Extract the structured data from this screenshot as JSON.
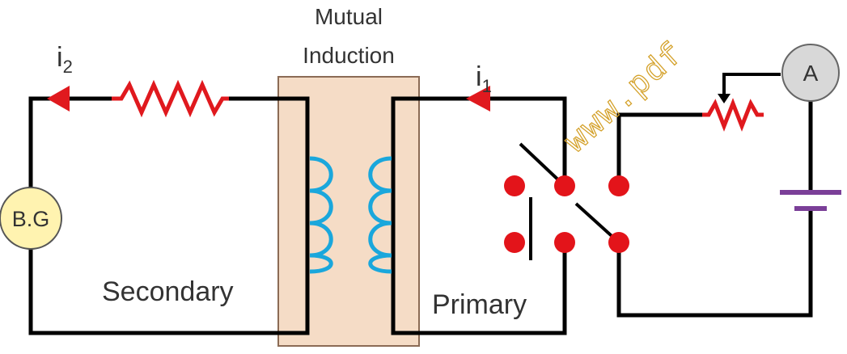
{
  "labels": {
    "mutual_line1": "Mutual",
    "mutual_line2": "Induction",
    "i2_main": "i",
    "i2_sub": "2",
    "i1_main": "i",
    "i1_sub": "1",
    "secondary": "Secondary",
    "primary": "Primary",
    "bg": "B.G",
    "ammeter": "A",
    "watermark": "www.pdf"
  },
  "colors": {
    "wire": "#000000",
    "resistor": "#e0191e",
    "arrow": "#e0191e",
    "coil": "#1aa7dc",
    "core_fill": "#f5dcc6",
    "core_stroke": "#8b6b55",
    "bg_fill": "#fff3b0",
    "ammeter_fill": "#d8d8d8",
    "switch_contact": "#e3141a",
    "battery": "#7b3f98",
    "watermark": "#d4a12a"
  },
  "icons": {
    "galvanometer": "ballistic-galvanometer-icon",
    "ammeter": "ammeter-icon",
    "battery": "battery-icon",
    "rheostat": "rheostat-icon",
    "switch": "reversing-switch-icon"
  }
}
